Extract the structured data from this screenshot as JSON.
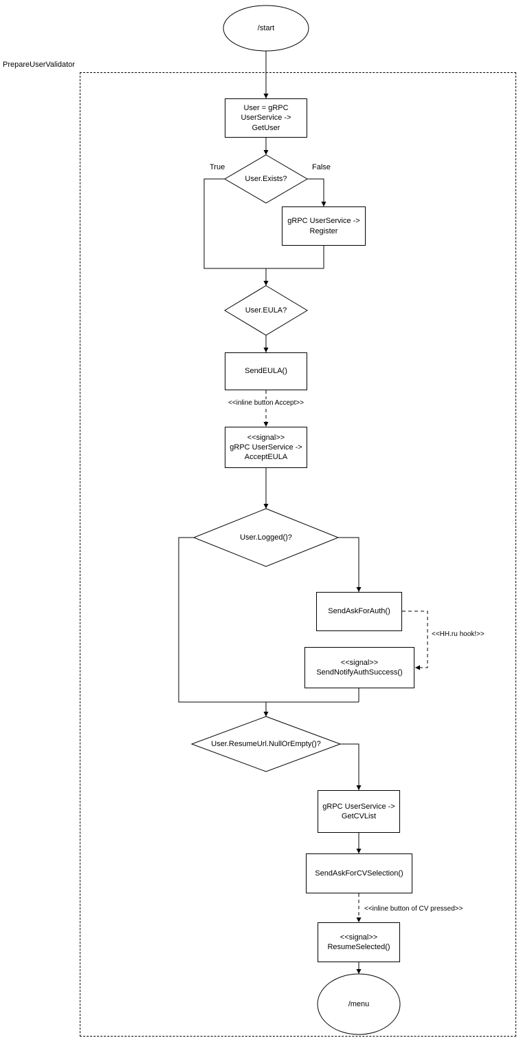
{
  "group": {
    "label": "PrepareUserValidator"
  },
  "nodes": {
    "start": {
      "label": "/start"
    },
    "get_user": {
      "label": "User = gRPC\nUserService ->\nGetUser"
    },
    "user_exists": {
      "label": "User.Exists?"
    },
    "register": {
      "label": "gRPC UserService ->\nRegister"
    },
    "user_eula": {
      "label": "User.EULA?"
    },
    "send_eula": {
      "label": "SendEULA()"
    },
    "accept_eula": {
      "label": "<<signal>>\ngRPC UserService ->\nAcceptEULA"
    },
    "user_logged": {
      "label": "User.Logged()?"
    },
    "send_ask_for_auth": {
      "label": "SendAskForAuth()"
    },
    "send_notify_auth_success": {
      "label": "<<signal>>\nSendNotifyAuthSuccess()"
    },
    "resume_null_or_empty": {
      "label": "User.ResumeUrl.NullOrEmpty()?"
    },
    "get_cv_list": {
      "label": "gRPC UserService ->\nGetCVList"
    },
    "send_ask_for_cv_selection": {
      "label": "SendAskForCVSelection()"
    },
    "resume_selected": {
      "label": "<<signal>>\nResumeSelected()"
    },
    "menu": {
      "label": "/menu"
    }
  },
  "edge_labels": {
    "true_branch": "True",
    "false_branch": "False",
    "inline_button_accept": "<<inline button Accept>>",
    "hh_ru_hook": "<<HH.ru hook!>>",
    "inline_button_cv_pressed": "<<inline button of CV pressed>>"
  },
  "colors": {
    "stroke": "#000000",
    "fill": "#ffffff"
  }
}
